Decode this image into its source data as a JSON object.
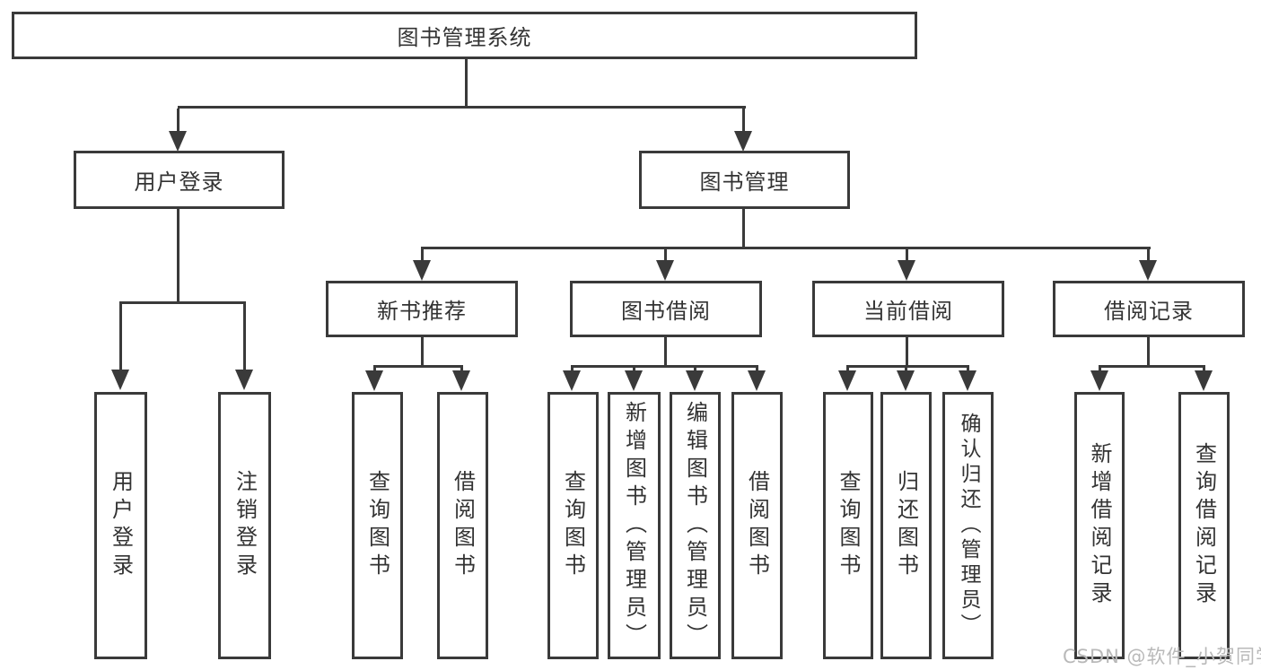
{
  "root": {
    "label": "图书管理系统"
  },
  "level2": {
    "user_login": {
      "label": "用户登录"
    },
    "book_mgmt": {
      "label": "图书管理"
    }
  },
  "level3": {
    "new_books": {
      "label": "新书推荐"
    },
    "borrowing": {
      "label": "图书借阅"
    },
    "current": {
      "label": "当前借阅"
    },
    "records": {
      "label": "借阅记录"
    }
  },
  "leaves": {
    "user_login": [
      "用户登录",
      "注销登录"
    ],
    "new_books": [
      "查询图书",
      "借阅图书"
    ],
    "borrowing": [
      "查询图书",
      "新增图书（管理员）",
      "编辑图书（管理员）",
      "借阅图书"
    ],
    "current": [
      "查询图书",
      "归还图书",
      "确认归还（管理员）"
    ],
    "records": [
      "新增借阅记录",
      "查询借阅记录"
    ]
  },
  "watermark": {
    "text": "CSDN @软件_小贺同学"
  },
  "colors": {
    "line": "#3a3a3a",
    "text": "#333333",
    "watermark": "#b9b9b9",
    "background": "#ffffff"
  }
}
